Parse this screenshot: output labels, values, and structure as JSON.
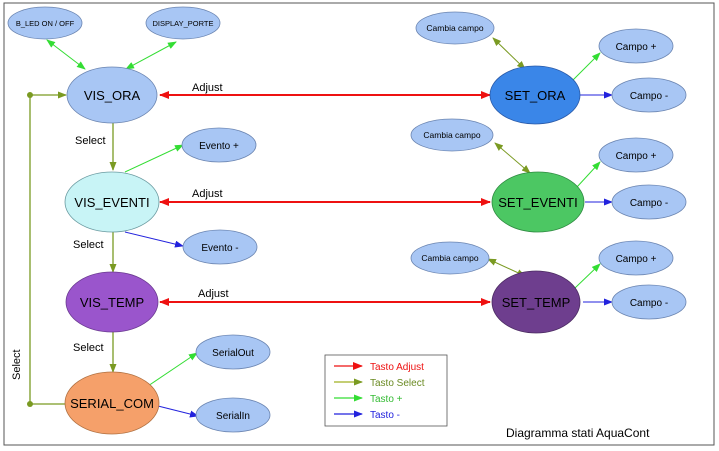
{
  "title": "Diagramma stati AquaCont",
  "colors": {
    "adjust": "#ee1111",
    "select": "#7a9a22",
    "plus": "#33dd33",
    "minus": "#2222dd",
    "small_node": "#a8c6f4",
    "vis_ora": "#a8c6f4",
    "vis_eventi": "#c8f4f6",
    "vis_temp": "#9a55cc",
    "serial_com": "#f5a06a",
    "set_ora": "#3a86e8",
    "set_eventi": "#4cc763",
    "set_temp": "#6e3e8e"
  },
  "nodes": {
    "b_led": "B_LED ON / OFF",
    "display_porte": "DISPLAY_PORTE",
    "vis_ora": "VIS_ORA",
    "vis_eventi": "VIS_EVENTI",
    "vis_temp": "VIS_TEMP",
    "serial_com": "SERIAL_COM",
    "evento_plus": "Evento +",
    "evento_minus": "Evento -",
    "serial_out": "SerialOut",
    "serial_in": "SerialIn",
    "set_ora": "SET_ORA",
    "set_eventi": "SET_EVENTI",
    "set_temp": "SET_TEMP",
    "cambia_campo_1": "Cambia campo",
    "cambia_campo_2": "Cambia campo",
    "cambia_campo_3": "Cambia campo",
    "campo_plus_1": "Campo +",
    "campo_minus_1": "Campo -",
    "campo_plus_2": "Campo +",
    "campo_minus_2": "Campo -",
    "campo_plus_3": "Campo +",
    "campo_minus_3": "Campo -"
  },
  "edge_labels": {
    "adjust_1": "Adjust",
    "adjust_2": "Adjust",
    "adjust_3": "Adjust",
    "select_1": "Select",
    "select_2": "Select",
    "select_3": "Select",
    "select_back": "Select"
  },
  "legend": {
    "adjust": "Tasto Adjust",
    "select": "Tasto Select",
    "plus": "Tasto +",
    "minus": "Tasto -"
  }
}
